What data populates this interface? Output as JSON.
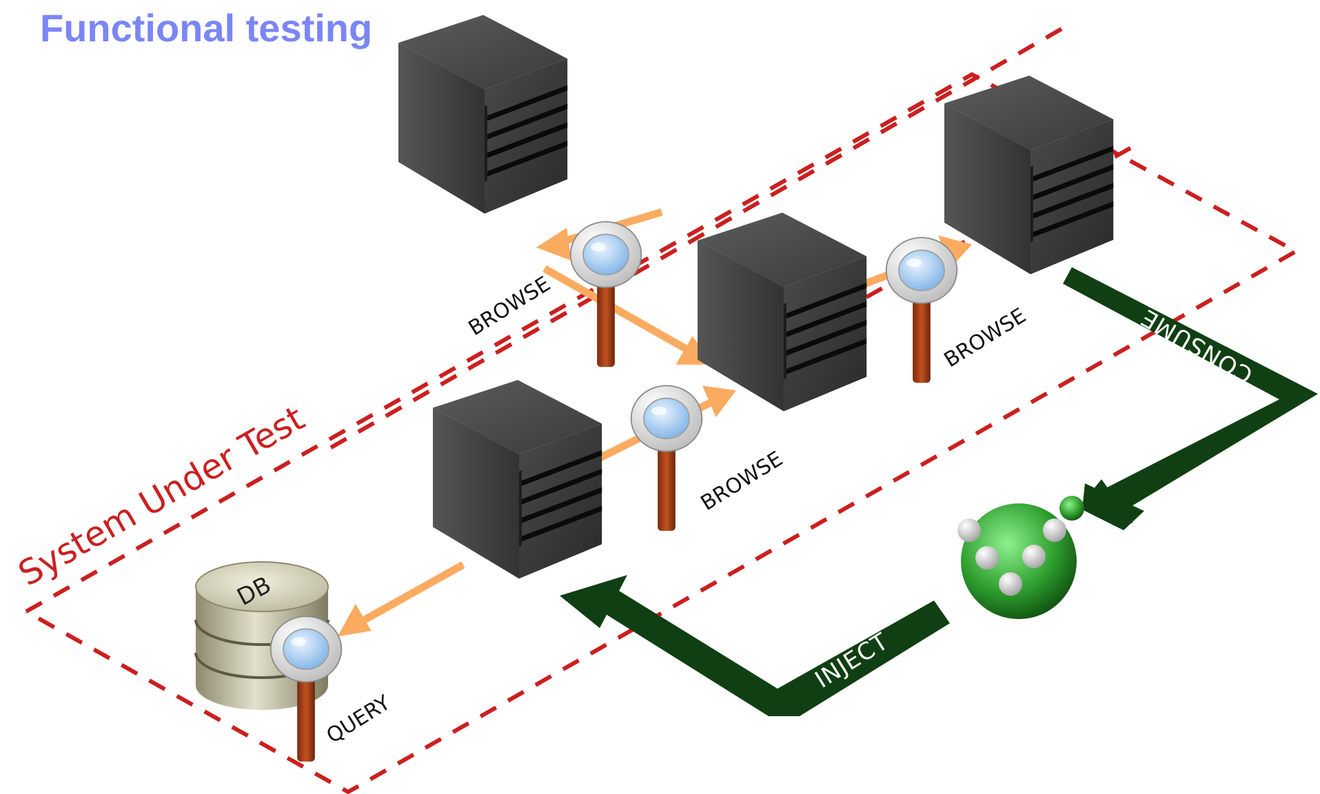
{
  "title": "Functional testing",
  "boundary": {
    "label": "System Under Test",
    "color": "#cc1f1f"
  },
  "labels": {
    "browse_1": "BROWSE",
    "browse_2": "BROWSE",
    "browse_3": "BROWSE",
    "query": "QUERY",
    "consume": "CONSUME",
    "inject": "INJECT",
    "db": "DB"
  },
  "colors": {
    "title": "#7b86f7",
    "flow_arrow": "#fbab60",
    "control_arrow": "#0f3f12",
    "server": "#3c3c3c",
    "tester": "#2e9e2e"
  }
}
